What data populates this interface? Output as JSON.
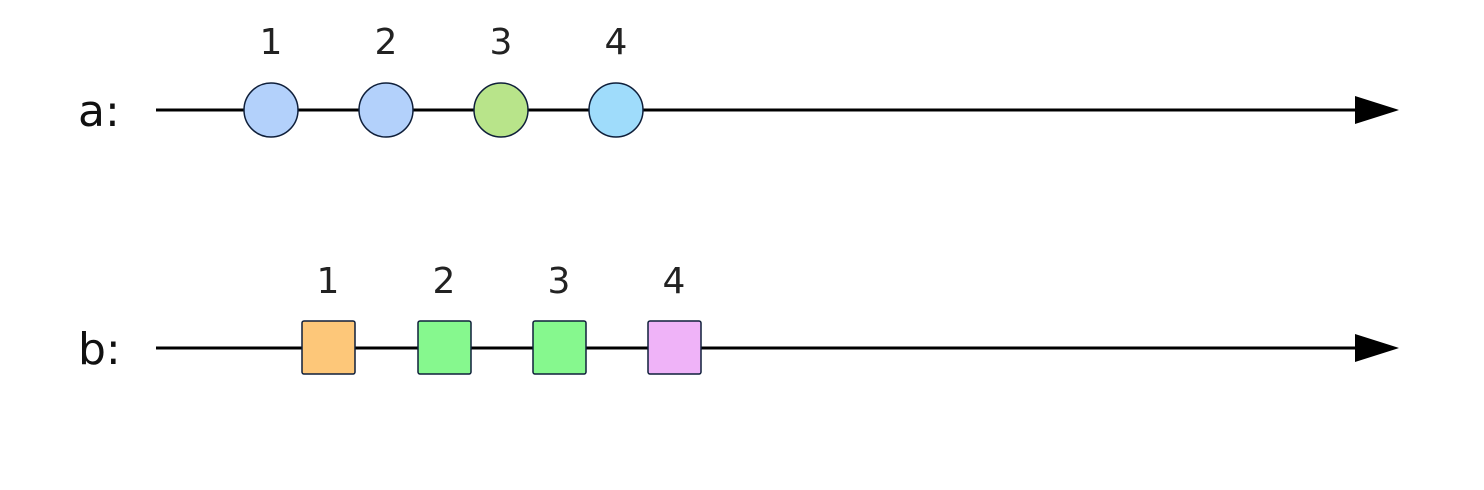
{
  "streams": [
    {
      "label": "a:",
      "shape": "circle",
      "events": [
        {
          "index": "1",
          "color": "#b3d1fb"
        },
        {
          "index": "2",
          "color": "#b3d1fb"
        },
        {
          "index": "3",
          "color": "#b8e48a"
        },
        {
          "index": "4",
          "color": "#9fdcfb"
        }
      ]
    },
    {
      "label": "b:",
      "shape": "square",
      "events": [
        {
          "index": "1",
          "color": "#fdc779"
        },
        {
          "index": "2",
          "color": "#86f88e"
        },
        {
          "index": "3",
          "color": "#86f88e"
        },
        {
          "index": "4",
          "color": "#efb3f8"
        }
      ]
    }
  ]
}
